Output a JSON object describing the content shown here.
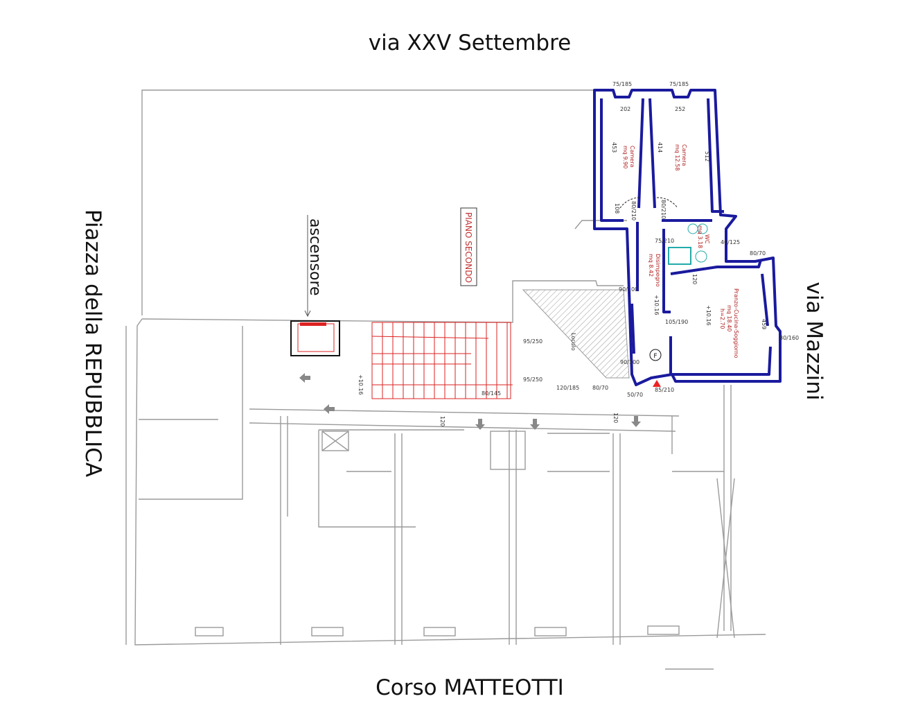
{
  "streets": {
    "north": "via XXV Settembre",
    "south": "Corso MATTEOTTI",
    "west": "Piazza della REPUBBLICA",
    "east": "via Mazzini"
  },
  "plan_title": "PIANO SECONDO",
  "elevator_label": "ascensore",
  "rooms": [
    {
      "name": "Camera",
      "area": "mq 9.90"
    },
    {
      "name": "Camera",
      "area": "mq 12.58"
    },
    {
      "name": "Disimpegno",
      "area": "mq 8.42"
    },
    {
      "name": "WC",
      "area": "mq 3.18"
    },
    {
      "name": "Pranzo-Cucina-Soggiorno",
      "area": "mq 18.40",
      "height": "h=2.70"
    },
    {
      "name": "Loculo"
    }
  ],
  "elevations": [
    "+10.16",
    "+10.16",
    "+10.16"
  ],
  "dimensions": [
    "202",
    "252",
    "453",
    "414",
    "512",
    "108",
    "80/210",
    "80/210",
    "75/210",
    "40/125",
    "80/70",
    "90/100",
    "105/190",
    "459",
    "80/160",
    "90/100",
    "85/210",
    "95/250",
    "95/250",
    "120",
    "120",
    "120",
    "80/145",
    "120/185",
    "80/70",
    "50/70",
    "75/185",
    "75/185"
  ],
  "colors": {
    "apartment_outline": "#1a1a9e",
    "stairs": "#d22222",
    "building": "#9a9a9a"
  }
}
